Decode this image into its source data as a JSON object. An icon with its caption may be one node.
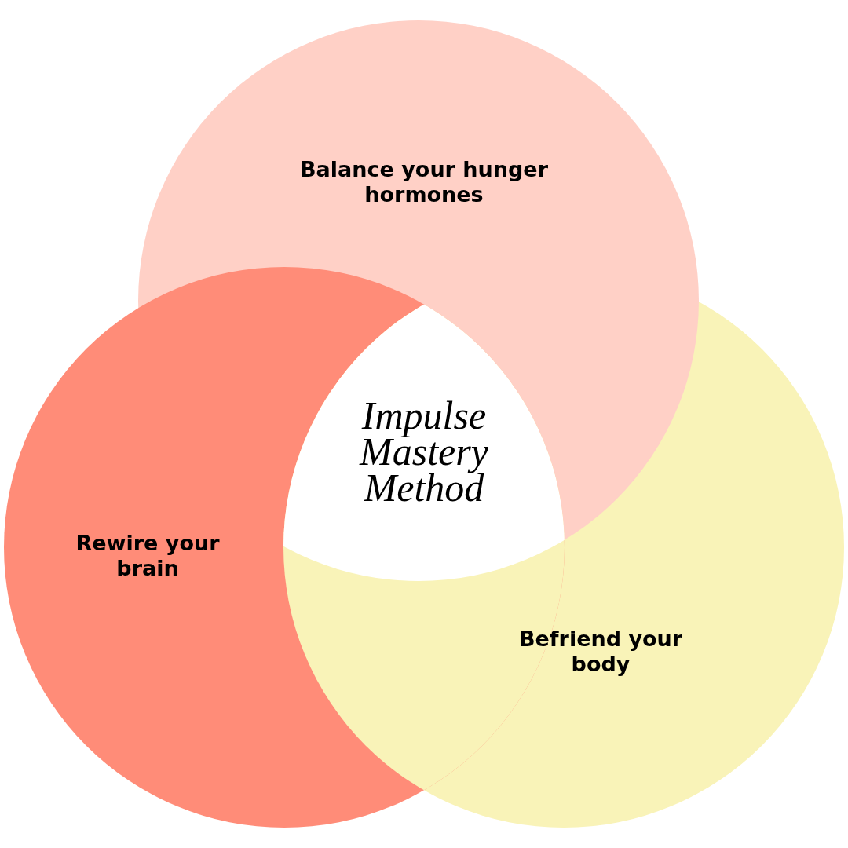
{
  "diagram": {
    "nodes": [
      {
        "text": [
          "Balance your hunger hormones"
        ]
      },
      {
        "text": [
          "Rewire your brain"
        ]
      },
      {
        "text": [
          "Befriend your body"
        ]
      },
      {
        "text": [
          "Impulse Mastery Method"
        ]
      }
    ]
  }
}
